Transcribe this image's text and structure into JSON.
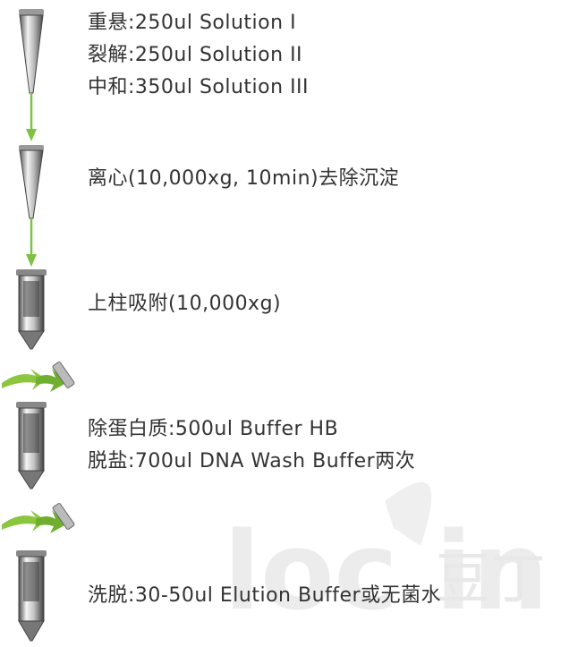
{
  "steps": [
    {
      "lines": [
        "重悬:250ul Solution I",
        "裂解:250ul Solution II",
        "中和:350ul Solution III"
      ]
    },
    {
      "lines": [
        "离心(10,000xg, 10min)去除沉淀"
      ]
    },
    {
      "lines": [
        "上柱吸附(10,000xg)"
      ]
    },
    {
      "lines": [
        "除蛋白质:500ul Buffer HB",
        "脱盐:700ul DNA Wash Buffer两次"
      ]
    },
    {
      "lines": [
        "洗脱:30-50ul Elution Buffer或无菌水"
      ]
    }
  ],
  "watermark": {
    "latin": "loc in",
    "cjk": "豆丁"
  },
  "colors": {
    "arrow": "#7dc242",
    "swirl_green": "#8cc63f",
    "text": "#333333",
    "watermark": "#e6e6e6"
  }
}
